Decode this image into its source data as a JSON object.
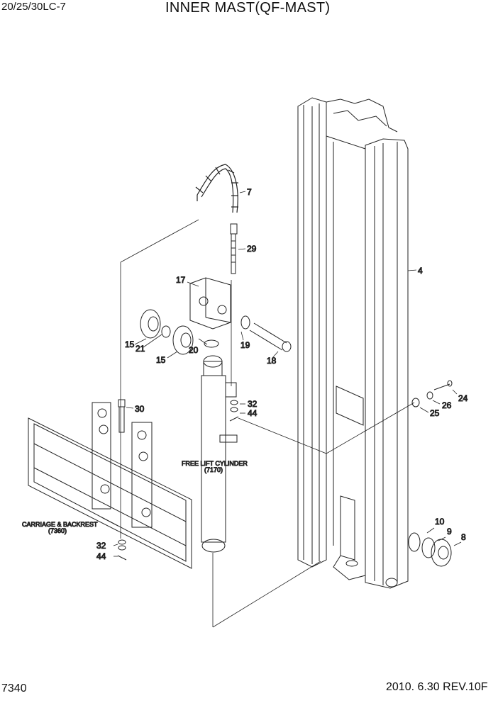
{
  "header": {
    "model": "20/25/30LC-7",
    "title": "INNER MAST(QF-MAST)"
  },
  "footer": {
    "code": "7340",
    "date_rev": "2010. 6.30  REV.10F"
  },
  "callouts": {
    "p7": "7",
    "p29": "29",
    "p4": "4",
    "p17": "17",
    "p15a": "15",
    "p21": "21",
    "p15b": "15",
    "p20": "20",
    "p19": "19",
    "p18": "18",
    "p30": "30",
    "p32a": "32",
    "p44a": "44",
    "p24": "24",
    "p26": "26",
    "p25": "25",
    "p32b": "32",
    "p44b": "44",
    "p10": "10",
    "p9": "9",
    "p8": "8"
  },
  "references": {
    "free_lift_line1": "FREE LIFT CYLINDER",
    "free_lift_line2": "(7170)",
    "carriage_line1": "CARRIAGE & BACKREST",
    "carriage_line2": "(7360)"
  }
}
